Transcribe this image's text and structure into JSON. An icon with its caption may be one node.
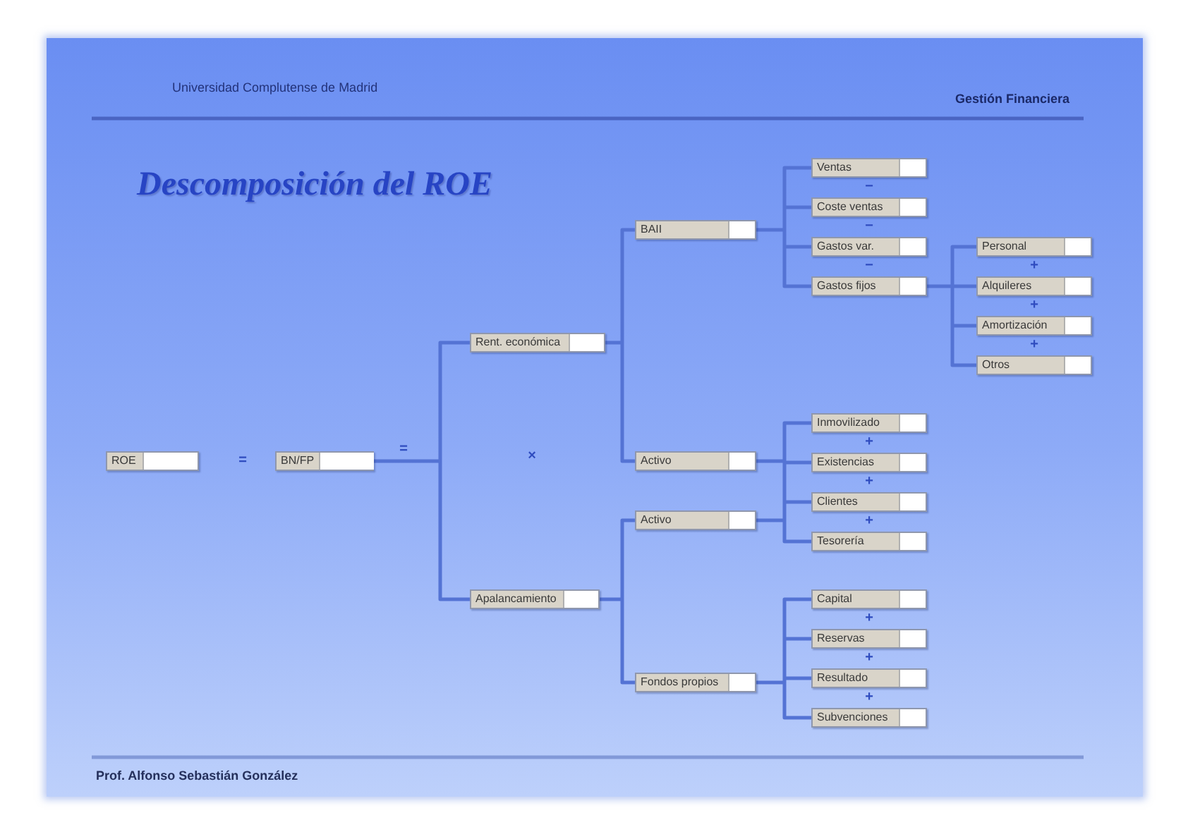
{
  "diagram": {
    "title": "Descomposición del ROE",
    "nodes": [
      {
        "text": [
          "ROE"
        ]
      },
      {
        "text": [
          "BN/FP"
        ]
      },
      {
        "text": [
          "Rent. económica"
        ]
      },
      {
        "text": [
          "Apalancamiento"
        ]
      },
      {
        "text": [
          "BAII"
        ]
      },
      {
        "text": [
          "Activo"
        ]
      },
      {
        "text": [
          "Activo"
        ]
      },
      {
        "text": [
          "Fondos propios"
        ]
      },
      {
        "text": [
          "Ventas"
        ]
      },
      {
        "text": [
          "Coste ventas"
        ]
      },
      {
        "text": [
          "Gastos var."
        ]
      },
      {
        "text": [
          "Gastos fijos"
        ]
      },
      {
        "text": [
          "Inmovilizado"
        ]
      },
      {
        "text": [
          "Existencias"
        ]
      },
      {
        "text": [
          "Clientes"
        ]
      },
      {
        "text": [
          "Tesorería"
        ]
      },
      {
        "text": [
          "Capital"
        ]
      },
      {
        "text": [
          "Reservas"
        ]
      },
      {
        "text": [
          "Resultado"
        ]
      },
      {
        "text": [
          "Subvenciones"
        ]
      },
      {
        "text": [
          "Personal"
        ]
      },
      {
        "text": [
          "Alquileres"
        ]
      },
      {
        "text": [
          "Amortización"
        ]
      },
      {
        "text": [
          "Otros"
        ]
      }
    ],
    "edges": [
      {
        "from": 1,
        "to": 2,
        "arrow": "none"
      },
      {
        "from": 1,
        "to": 3,
        "arrow": "none"
      },
      {
        "from": 2,
        "to": 4,
        "arrow": "none"
      },
      {
        "from": 2,
        "to": 5,
        "arrow": "none"
      },
      {
        "from": 3,
        "to": 6,
        "arrow": "none"
      },
      {
        "from": 3,
        "to": 7,
        "arrow": "none"
      },
      {
        "from": 4,
        "to": 8,
        "arrow": "none"
      },
      {
        "from": 4,
        "to": 9,
        "arrow": "none"
      },
      {
        "from": 4,
        "to": 10,
        "arrow": "none"
      },
      {
        "from": 4,
        "to": 11,
        "arrow": "none"
      },
      {
        "from": 5,
        "to": 12,
        "arrow": "none"
      },
      {
        "from": 5,
        "to": 13,
        "arrow": "none"
      },
      {
        "from": 5,
        "to": 14,
        "arrow": "none"
      },
      {
        "from": 5,
        "to": 15,
        "arrow": "none"
      },
      {
        "from": 6,
        "to": 12,
        "arrow": "none"
      },
      {
        "from": 6,
        "to": 13,
        "arrow": "none"
      },
      {
        "from": 6,
        "to": 14,
        "arrow": "none"
      },
      {
        "from": 6,
        "to": 15,
        "arrow": "none"
      },
      {
        "from": 7,
        "to": 16,
        "arrow": "none"
      },
      {
        "from": 7,
        "to": 17,
        "arrow": "none"
      },
      {
        "from": 7,
        "to": 18,
        "arrow": "none"
      },
      {
        "from": 7,
        "to": 19,
        "arrow": "none"
      },
      {
        "from": 11,
        "to": 20,
        "arrow": "none"
      },
      {
        "from": 11,
        "to": 21,
        "arrow": "none"
      },
      {
        "from": 11,
        "to": 22,
        "arrow": "none"
      },
      {
        "from": 11,
        "to": 23,
        "arrow": "none"
      }
    ],
    "labels": [
      "Universidad Complutense de Madrid",
      "Gestión Financiera",
      "=",
      "=",
      "×",
      "−",
      "−",
      "−",
      "+",
      "+",
      "+",
      "+",
      "+",
      "+",
      "+",
      "+",
      "+",
      "Prof. Alfonso Sebastián González"
    ]
  }
}
